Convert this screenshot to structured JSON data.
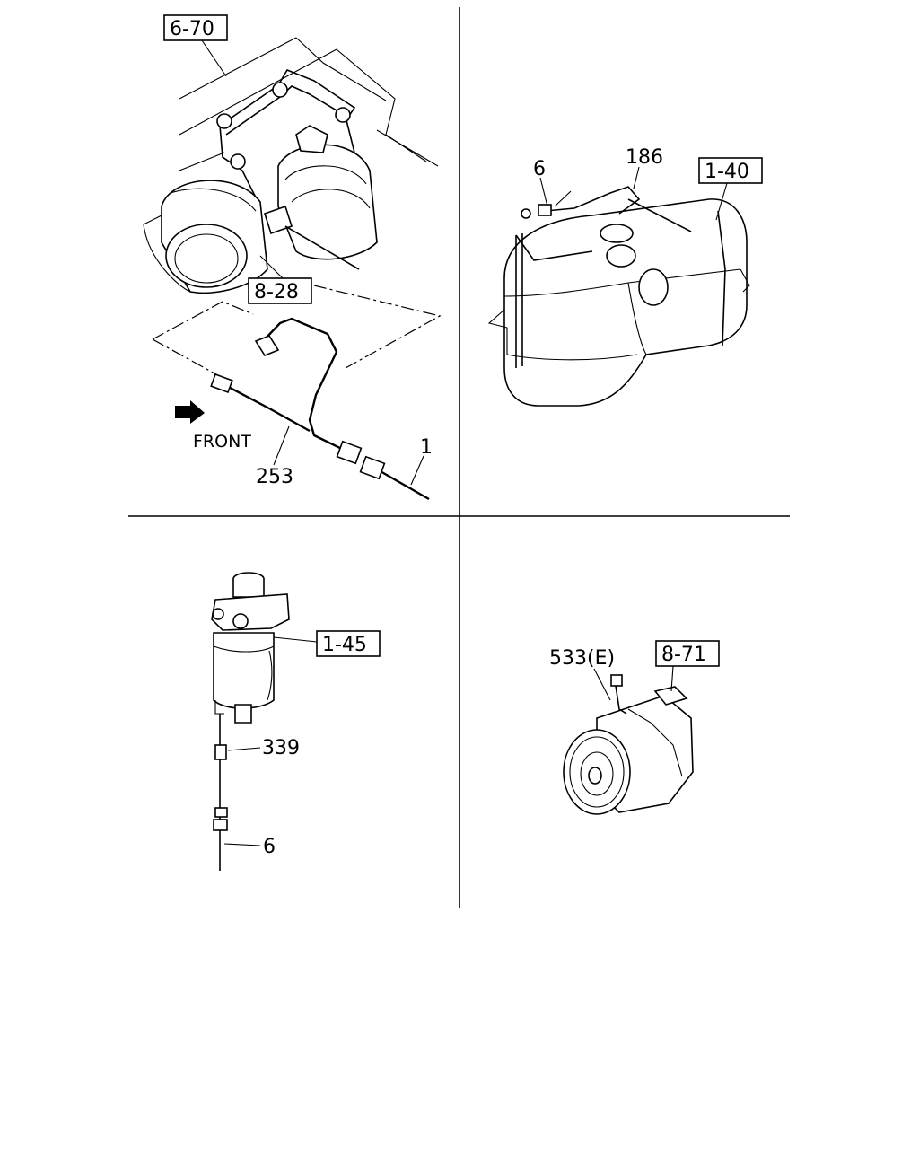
{
  "panels": {
    "horn": {
      "ref_box": "6-70",
      "ref_box_2": "8-28",
      "direction_label": "FRONT",
      "callouts": [
        "253",
        "1"
      ]
    },
    "tank": {
      "ref_box": "1-40",
      "callouts": [
        "6",
        "186"
      ]
    },
    "filter": {
      "ref_box": "1-45",
      "callouts": [
        "339",
        "6"
      ]
    },
    "compressor": {
      "ref_box": "8-71",
      "callouts": [
        "533(E)"
      ]
    }
  }
}
